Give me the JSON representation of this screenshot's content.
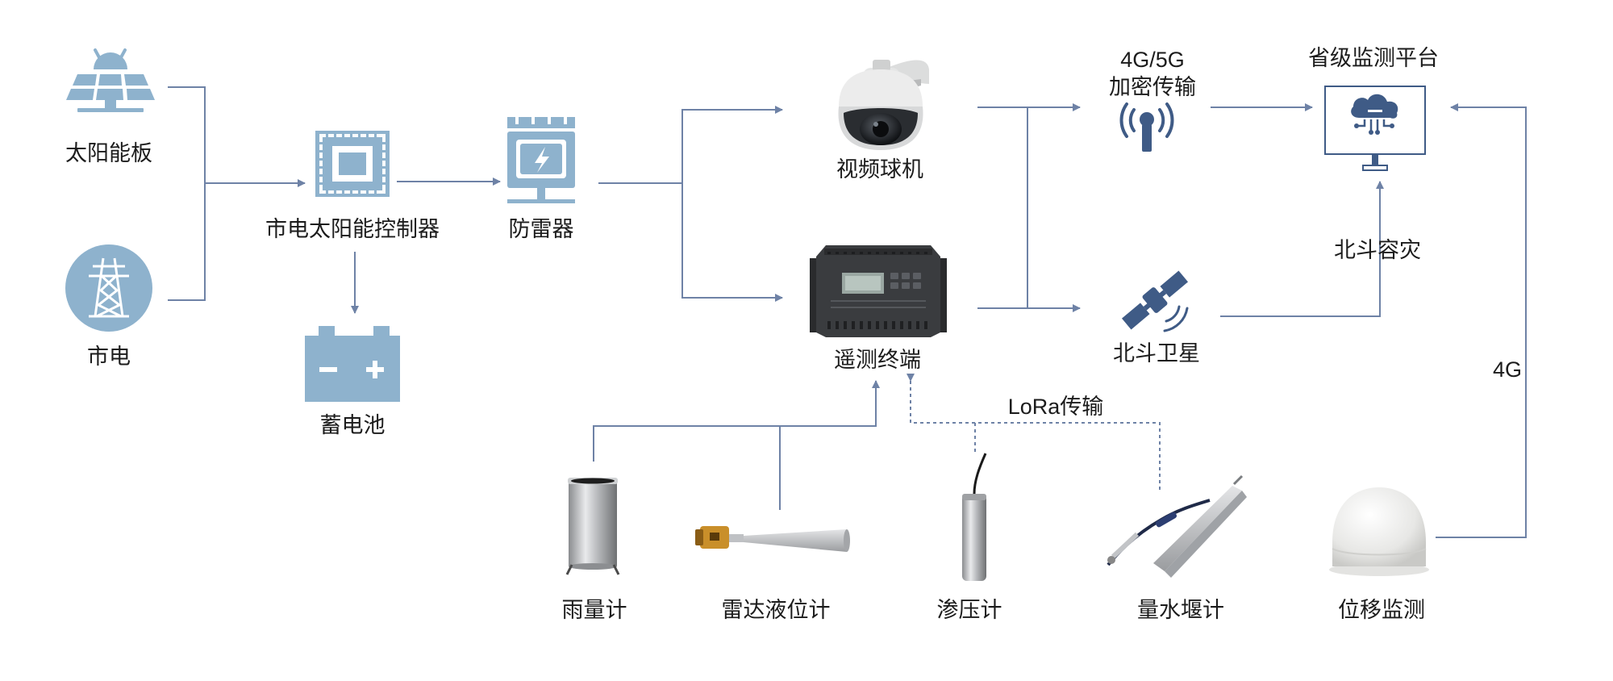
{
  "colors": {
    "icon_fill": "#8eb2cd",
    "arrow": "#6e82a6",
    "dark_icon": "#3f5b86"
  },
  "labels": {
    "solar_panel": "太阳能板",
    "grid_power": "市电",
    "controller": "市电太阳能控制器",
    "battery": "蓄电池",
    "surge_protector": "防雷器",
    "camera": "视频球机",
    "rtu": "遥测终端",
    "encrypted_4g5g_line1": "4G/5G",
    "encrypted_4g5g_line2": "加密传输",
    "beidou_satellite": "北斗卫星",
    "platform": "省级监测平台",
    "beidou_backup": "北斗容灾",
    "link_4g": "4G",
    "lora": "LoRa传输",
    "rain_gauge": "雨量计",
    "radar_level": "雷达液位计",
    "piezometer": "渗压计",
    "weir_meter": "量水堰计",
    "displacement": "位移监测"
  },
  "icons": {
    "solar_panel": "solar-panel-icon",
    "grid_power": "transmission-tower-icon",
    "controller": "chip-icon",
    "battery": "battery-icon",
    "surge_protector": "lightning-arrester-icon",
    "antenna": "signal-antenna-icon",
    "satellite": "satellite-icon",
    "platform": "cloud-monitor-icon"
  }
}
